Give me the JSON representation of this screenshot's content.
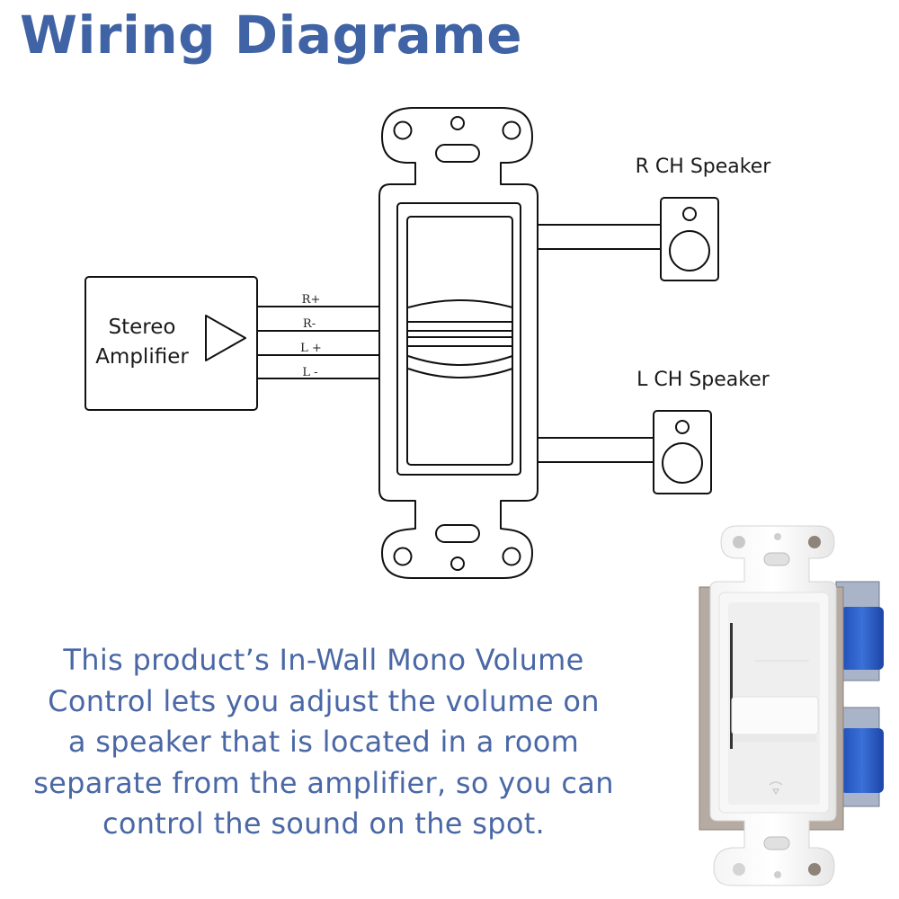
{
  "title": "Wiring Diagrame",
  "diagram": {
    "amplifier": {
      "label_line1": "Stereo",
      "label_line2": "Amplifier"
    },
    "wires": [
      {
        "label": "R+"
      },
      {
        "label": "R-"
      },
      {
        "label": "L +"
      },
      {
        "label": "L -"
      }
    ],
    "speakers": {
      "right": {
        "label": "R CH Speaker"
      },
      "left": {
        "label": "L CH Speaker"
      }
    }
  },
  "description": {
    "lines": [
      "This product’s In-Wall Mono Volume",
      "Control lets you adjust the volume on",
      "a speaker that is located in a room",
      "separate from the amplifier, so you can",
      "control the sound on the spot."
    ]
  },
  "colors": {
    "title": "#3f63a4",
    "description": "#4a68a6",
    "line": "#111111",
    "transformer_blue": "#2f5fc4"
  }
}
